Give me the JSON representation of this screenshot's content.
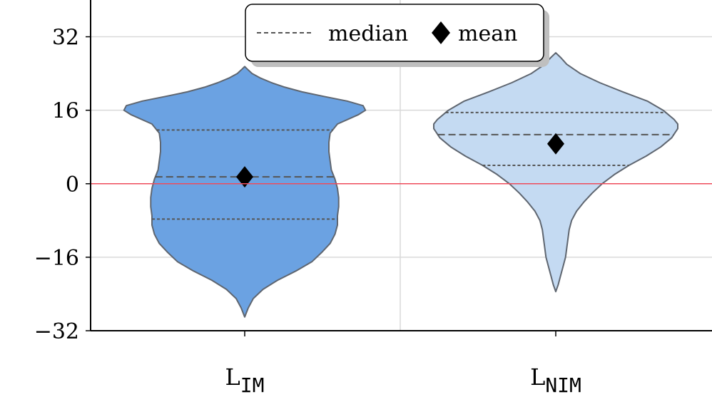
{
  "chart_data": {
    "type": "violin",
    "title": "",
    "xlabel": "",
    "ylabel": "",
    "ylim": [
      -32,
      40
    ],
    "yticks": [
      -32,
      -16,
      0,
      16,
      32
    ],
    "ytick_labels": [
      "−32",
      "−16",
      "0",
      "16",
      "32"
    ],
    "grid": true,
    "reference_line": {
      "y": 0,
      "color": "#ee4c5c"
    },
    "legend": {
      "placement": "top-center",
      "entries": [
        {
          "label": "median",
          "marker": "dashed-line"
        },
        {
          "label": "mean",
          "marker": "diamond"
        }
      ]
    },
    "series": [
      {
        "label_main": "L",
        "label_sub": "IM",
        "color": "#6ba2e2",
        "min": -29,
        "max": 25.5,
        "mean": 1.5,
        "median": 1.5,
        "q1": -7.7,
        "q3": 11.7,
        "density": [
          [
            -29,
            0.0
          ],
          [
            -27,
            0.03
          ],
          [
            -25,
            0.07
          ],
          [
            -23,
            0.15
          ],
          [
            -21,
            0.27
          ],
          [
            -19,
            0.42
          ],
          [
            -17,
            0.55
          ],
          [
            -15,
            0.63
          ],
          [
            -13,
            0.7
          ],
          [
            -11,
            0.74
          ],
          [
            -9,
            0.76
          ],
          [
            -7,
            0.76
          ],
          [
            -5,
            0.77
          ],
          [
            -3,
            0.77
          ],
          [
            -1,
            0.76
          ],
          [
            1,
            0.74
          ],
          [
            3,
            0.71
          ],
          [
            5,
            0.7
          ],
          [
            7,
            0.69
          ],
          [
            9,
            0.69
          ],
          [
            11,
            0.7
          ],
          [
            13,
            0.76
          ],
          [
            15,
            0.93
          ],
          [
            16,
            0.99
          ],
          [
            17,
            0.97
          ],
          [
            18,
            0.84
          ],
          [
            19,
            0.65
          ],
          [
            20,
            0.47
          ],
          [
            21,
            0.33
          ],
          [
            22,
            0.22
          ],
          [
            23,
            0.13
          ],
          [
            24,
            0.06
          ],
          [
            25,
            0.02
          ],
          [
            25.5,
            0.0
          ]
        ]
      },
      {
        "label_main": "L",
        "label_sub": "NIM",
        "color": "#c4daf2",
        "min": -23.5,
        "max": 28.5,
        "mean": 8.7,
        "median": 10.7,
        "q1": 4.0,
        "q3": 15.5,
        "density": [
          [
            -23.5,
            0.0
          ],
          [
            -22,
            0.02
          ],
          [
            -20,
            0.04
          ],
          [
            -18,
            0.06
          ],
          [
            -16,
            0.08
          ],
          [
            -14,
            0.09
          ],
          [
            -12,
            0.1
          ],
          [
            -10,
            0.11
          ],
          [
            -8,
            0.13
          ],
          [
            -6,
            0.17
          ],
          [
            -4,
            0.23
          ],
          [
            -2,
            0.3
          ],
          [
            0,
            0.38
          ],
          [
            2,
            0.48
          ],
          [
            4,
            0.6
          ],
          [
            6,
            0.74
          ],
          [
            8,
            0.86
          ],
          [
            10,
            0.95
          ],
          [
            12,
            1.0
          ],
          [
            13,
            1.0
          ],
          [
            14,
            0.97
          ],
          [
            16,
            0.88
          ],
          [
            18,
            0.75
          ],
          [
            20,
            0.55
          ],
          [
            22,
            0.36
          ],
          [
            24,
            0.2
          ],
          [
            26,
            0.09
          ],
          [
            27.5,
            0.04
          ],
          [
            28.5,
            0.0
          ]
        ]
      }
    ]
  }
}
